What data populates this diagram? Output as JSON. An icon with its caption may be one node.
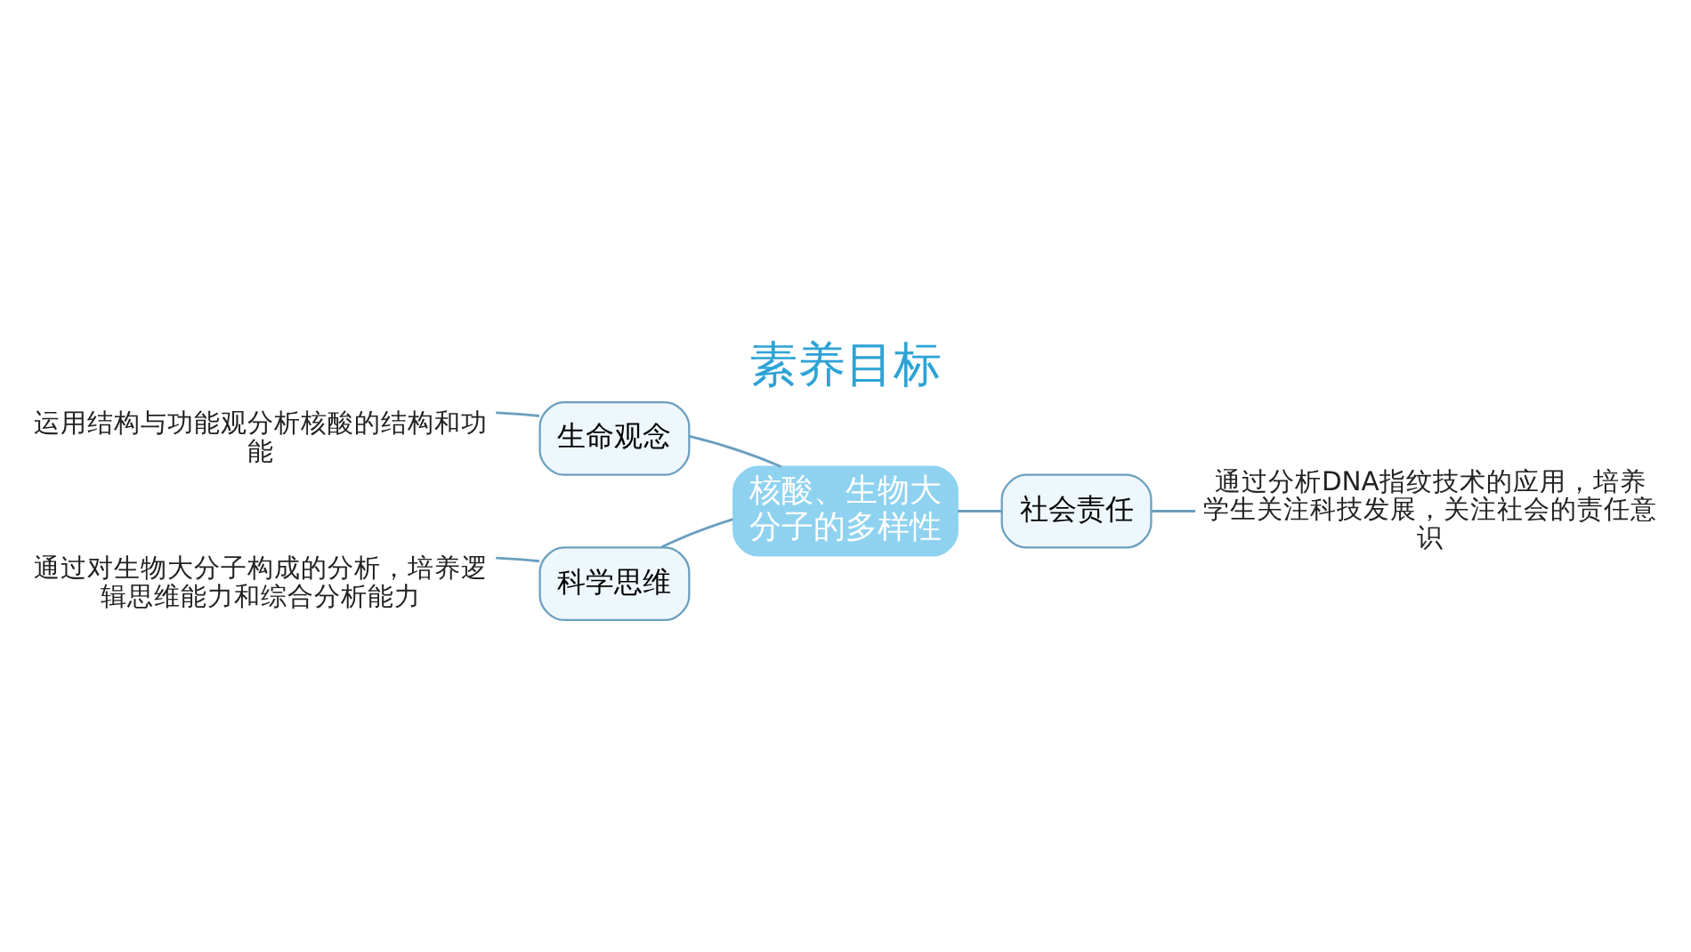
{
  "diagram": {
    "title": "素养目标",
    "nodes": [
      {
        "text": [
          "核酸、生物大分子的多样性"
        ]
      },
      {
        "text": [
          "生命观念"
        ]
      },
      {
        "text": [
          "运用结构与功能观分析核酸的结构和功能"
        ]
      },
      {
        "text": [
          "科学思维"
        ]
      },
      {
        "text": [
          "通过对生物大分子构成的分析，培养逻辑思维能力和综合分析能力"
        ]
      },
      {
        "text": [
          "社会责任"
        ]
      },
      {
        "text": [
          "通过分析DNA指纹技术的应用，培养学生关注科技发展，关注社会的责任意识"
        ]
      }
    ],
    "edges": [
      {
        "from": 0,
        "to": 1,
        "arrow": "none"
      },
      {
        "from": 1,
        "to": 2,
        "arrow": "none"
      },
      {
        "from": 0,
        "to": 3,
        "arrow": "none"
      },
      {
        "from": 3,
        "to": 4,
        "arrow": "none"
      },
      {
        "from": 0,
        "to": 5,
        "arrow": "none"
      },
      {
        "from": 5,
        "to": 6,
        "arrow": "none"
      }
    ]
  }
}
